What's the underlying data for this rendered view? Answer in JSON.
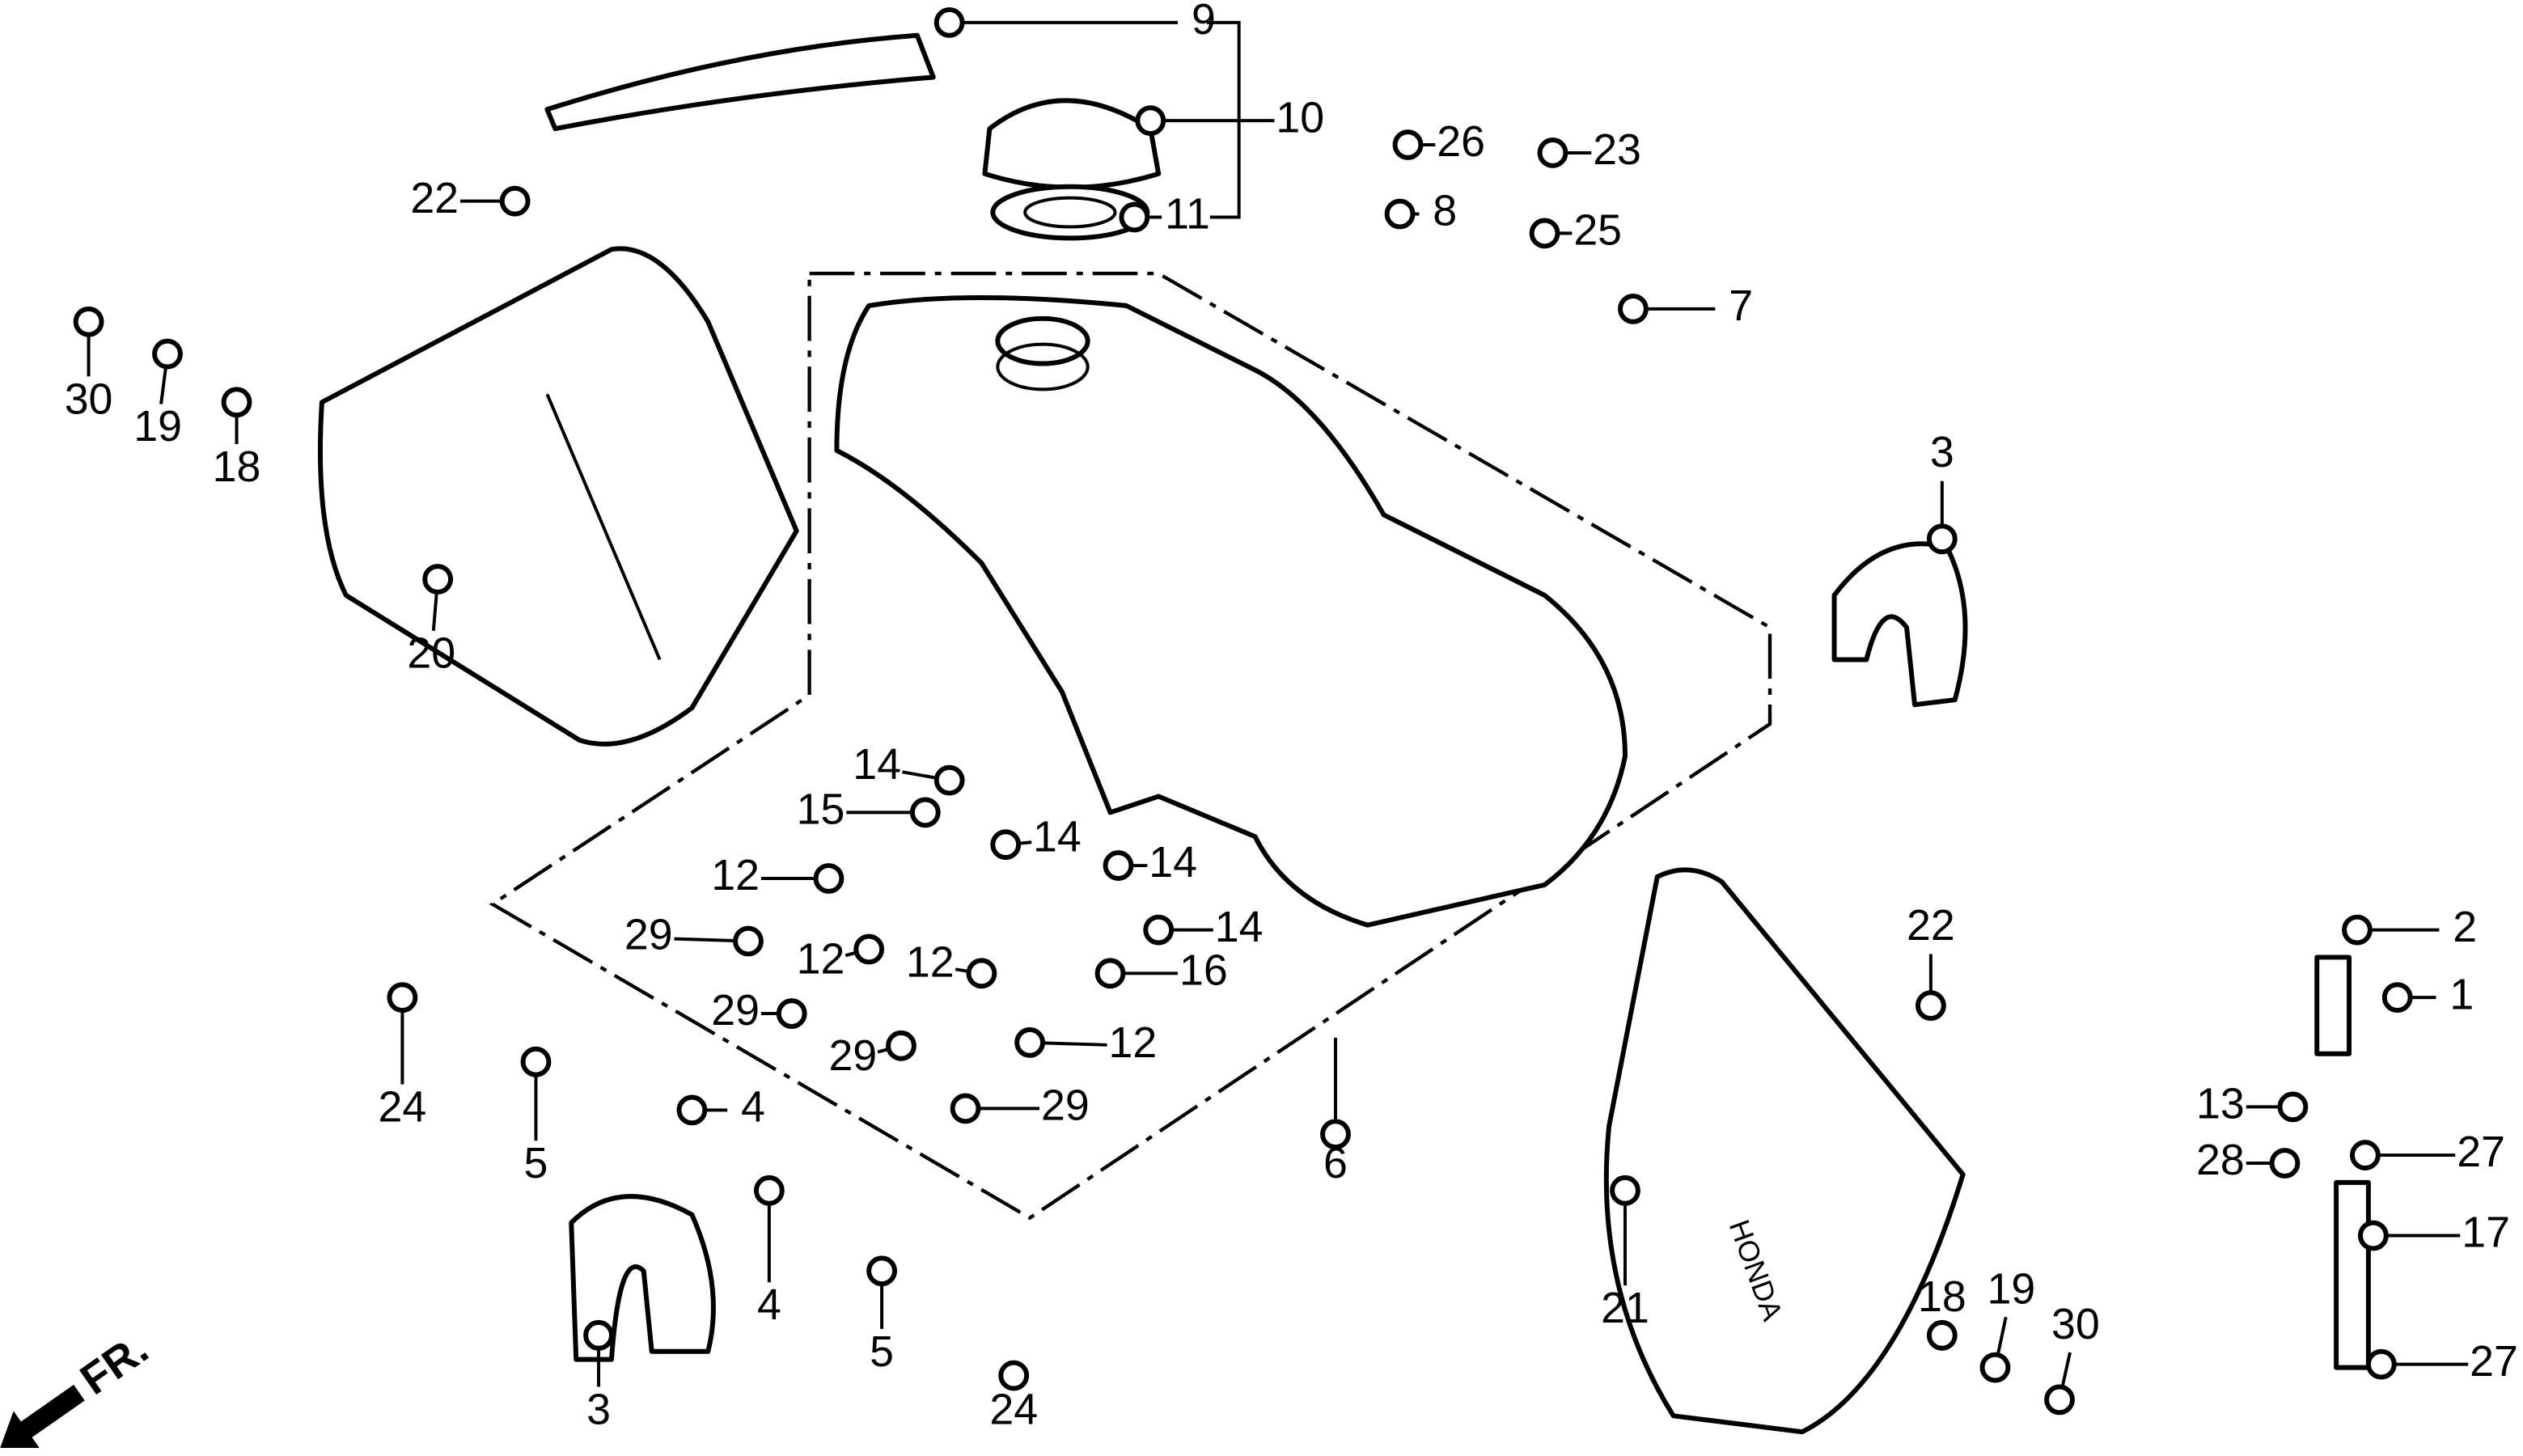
{
  "diagram": {
    "part_labels": [
      "9",
      "10",
      "11",
      "26",
      "23",
      "8",
      "25",
      "7",
      "22",
      "30",
      "19",
      "18",
      "20",
      "3",
      "14",
      "15",
      "14",
      "14",
      "12",
      "14",
      "29",
      "12",
      "12",
      "16",
      "29",
      "29",
      "12",
      "29",
      "22",
      "2",
      "1",
      "13",
      "27",
      "28",
      "17",
      "24",
      "5",
      "4",
      "6",
      "4",
      "5",
      "3",
      "24",
      "21",
      "18",
      "19",
      "30",
      "27"
    ],
    "direction_marker": "FR.",
    "emblem_text": "HONDA"
  }
}
